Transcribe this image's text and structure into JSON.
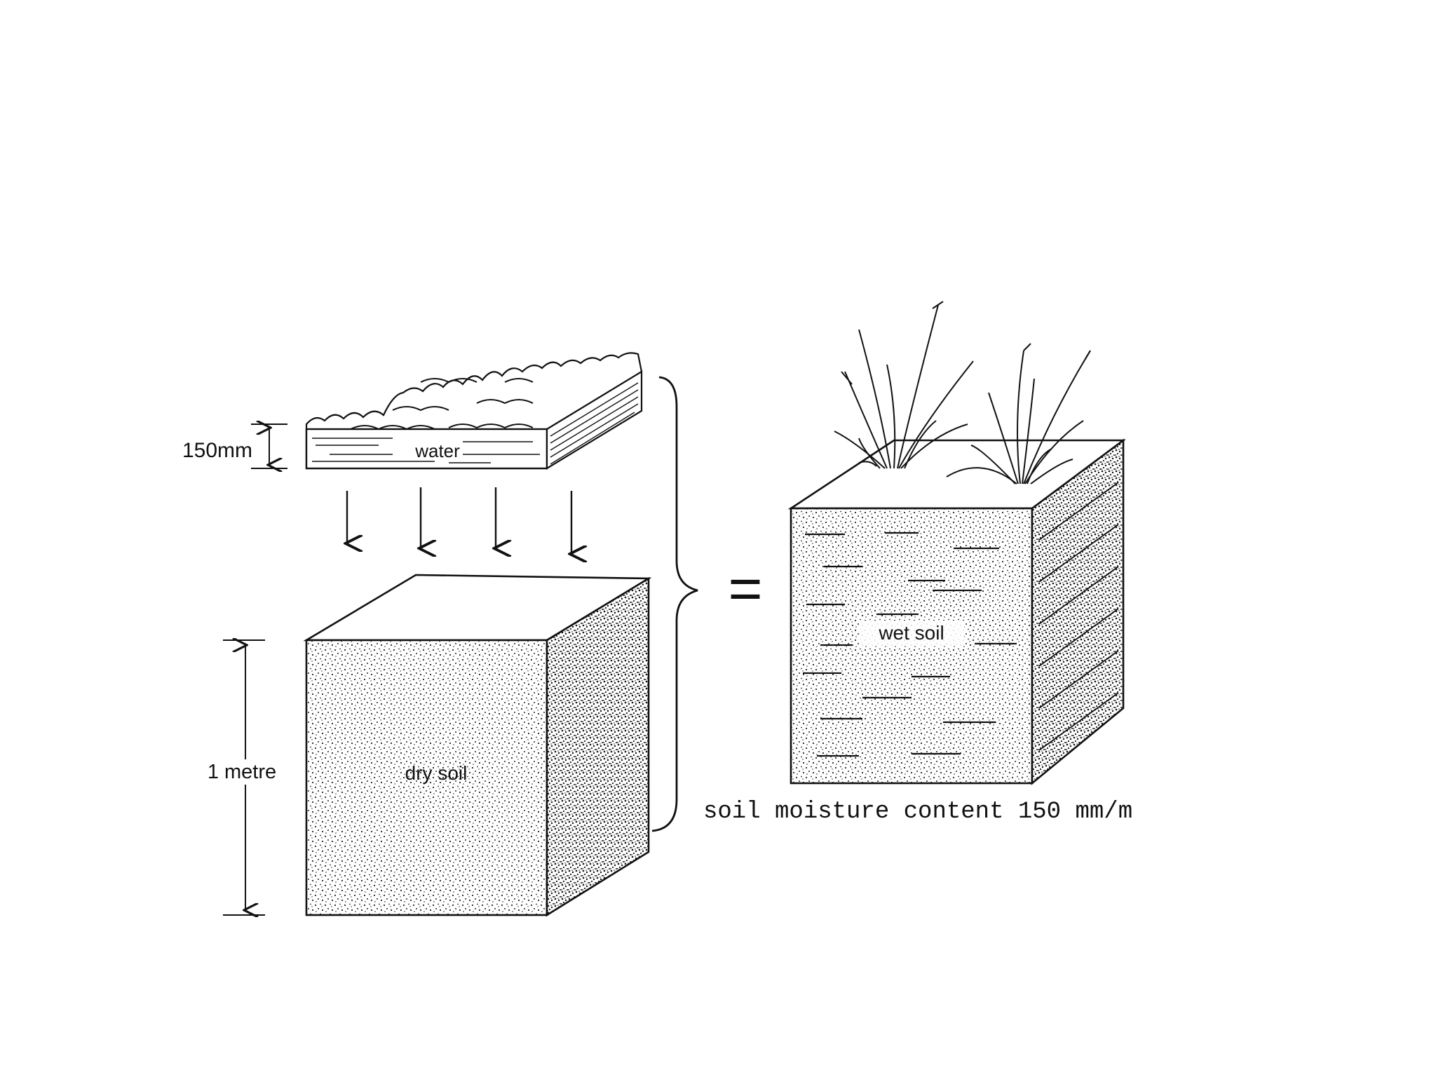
{
  "labels": {
    "water_depth": "150mm",
    "water": "water",
    "soil_depth": "1 metre",
    "dry_soil": "dry soil",
    "equals": "=",
    "wet_soil": "wet soil",
    "caption": "soil moisture content 150 mm/m"
  },
  "colors": {
    "ink": "#111111",
    "paper": "#ffffff"
  }
}
